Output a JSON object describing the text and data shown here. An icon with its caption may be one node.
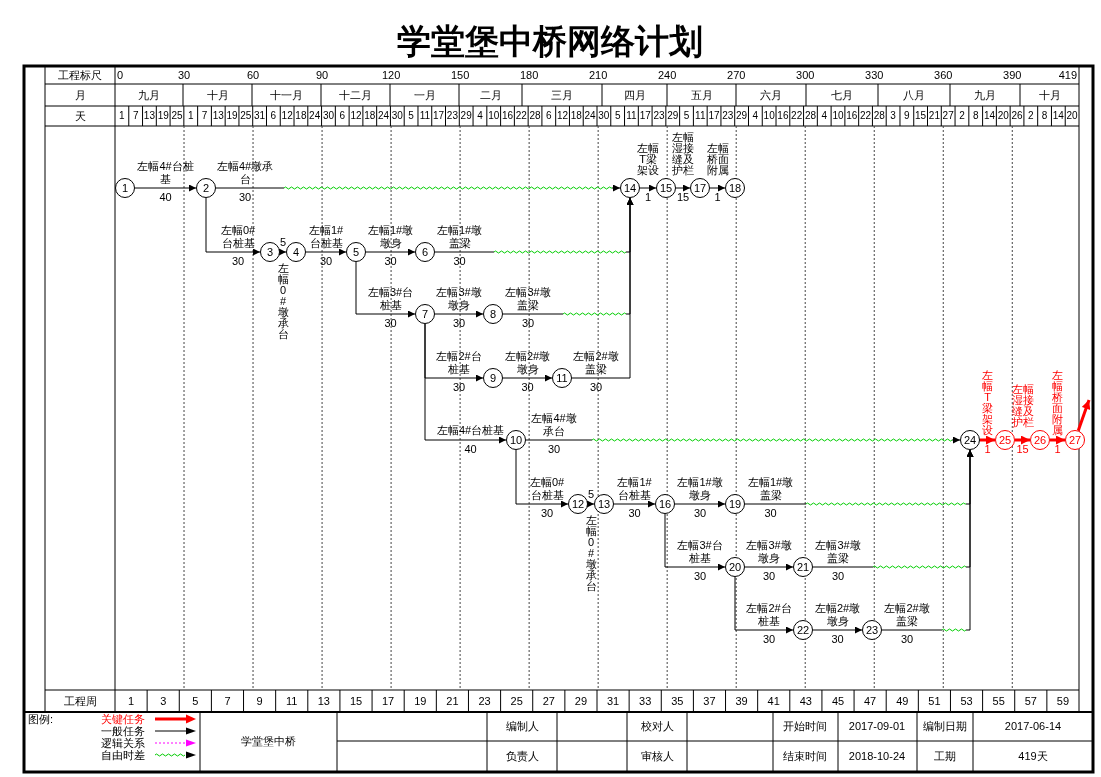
{
  "diagram": {
    "title": "学堂堡中桥网络计划",
    "nodes": [
      {
        "text": [
          "1"
        ]
      },
      {
        "text": [
          "2"
        ]
      },
      {
        "text": [
          "3"
        ]
      },
      {
        "text": [
          "4"
        ]
      },
      {
        "text": [
          "5"
        ]
      },
      {
        "text": [
          "6"
        ]
      },
      {
        "text": [
          "7"
        ]
      },
      {
        "text": [
          "8"
        ]
      },
      {
        "text": [
          "9"
        ]
      },
      {
        "text": [
          "10"
        ]
      },
      {
        "text": [
          "11"
        ]
      },
      {
        "text": [
          "12"
        ]
      },
      {
        "text": [
          "13"
        ]
      },
      {
        "text": [
          "14"
        ]
      },
      {
        "text": [
          "15"
        ]
      },
      {
        "text": [
          "16"
        ]
      },
      {
        "text": [
          "17"
        ]
      },
      {
        "text": [
          "18"
        ]
      },
      {
        "text": [
          "19"
        ]
      },
      {
        "text": [
          "20"
        ]
      },
      {
        "text": [
          "21"
        ]
      },
      {
        "text": [
          "22"
        ]
      },
      {
        "text": [
          "23"
        ]
      },
      {
        "text": [
          "24"
        ]
      },
      {
        "text": [
          "25"
        ]
      },
      {
        "text": [
          "26"
        ]
      },
      {
        "text": [
          "27"
        ]
      }
    ],
    "edges": [
      {
        "from": 0,
        "to": 1,
        "arrow": "to",
        "label": "左幅4#台桩基"
      },
      {
        "from": 1,
        "to": 13,
        "arrow": "to",
        "label": "左幅4#墩承台"
      },
      {
        "from": 1,
        "to": 2,
        "arrow": "to",
        "label": "左幅0#台桩基"
      },
      {
        "from": 2,
        "to": 3,
        "arrow": "to",
        "label": "左幅0#墩承台"
      },
      {
        "from": 3,
        "to": 4,
        "arrow": "to",
        "label": "左幅1#台桩基"
      },
      {
        "from": 4,
        "to": 5,
        "arrow": "to",
        "label": "左幅1#墩墩身"
      },
      {
        "from": 5,
        "to": 13,
        "arrow": "to",
        "label": "左幅1#墩盖梁"
      },
      {
        "from": 4,
        "to": 6,
        "arrow": "to",
        "label": "左幅3#台桩基"
      },
      {
        "from": 6,
        "to": 7,
        "arrow": "to",
        "label": "左幅3#墩墩身"
      },
      {
        "from": 7,
        "to": 13,
        "arrow": "to",
        "label": "左幅3#墩盖梁"
      },
      {
        "from": 6,
        "to": 8,
        "arrow": "to",
        "label": "左幅2#台桩基"
      },
      {
        "from": 8,
        "to": 10,
        "arrow": "to",
        "label": "左幅2#墩墩身"
      },
      {
        "from": 10,
        "to": 13,
        "arrow": "to",
        "label": "左幅2#墩盖梁"
      },
      {
        "from": 6,
        "to": 9,
        "arrow": "to",
        "label": "左幅4#台桩基"
      },
      {
        "from": 9,
        "to": 23,
        "arrow": "to",
        "label": "左幅4#墩承台"
      },
      {
        "from": 9,
        "to": 11,
        "arrow": "to",
        "label": "左幅0#台桩基"
      },
      {
        "from": 11,
        "to": 12,
        "arrow": "to",
        "label": "左幅0#墩承台"
      },
      {
        "from": 12,
        "to": 15,
        "arrow": "to",
        "label": "左幅1#台桩基"
      },
      {
        "from": 15,
        "to": 18,
        "arrow": "to",
        "label": "左幅1#墩墩身"
      },
      {
        "from": 18,
        "to": 23,
        "arrow": "to",
        "label": "左幅1#墩盖梁"
      },
      {
        "from": 15,
        "to": 19,
        "arrow": "to",
        "label": "左幅3#台桩基"
      },
      {
        "from": 19,
        "to": 20,
        "arrow": "to",
        "label": "左幅3#墩墩身"
      },
      {
        "from": 20,
        "to": 23,
        "arrow": "to",
        "label": "左幅3#墩盖梁"
      },
      {
        "from": 19,
        "to": 21,
        "arrow": "to",
        "label": "左幅2#台桩基"
      },
      {
        "from": 21,
        "to": 22,
        "arrow": "to",
        "label": "左幅2#墩墩身"
      },
      {
        "from": 22,
        "to": 23,
        "arrow": "to",
        "label": "左幅2#墩盖梁"
      },
      {
        "from": 13,
        "to": 14,
        "arrow": "to",
        "label": "左幅T梁架设"
      },
      {
        "from": 14,
        "to": 16,
        "arrow": "to",
        "label": "左幅湿接缝及护栏"
      },
      {
        "from": 16,
        "to": 17,
        "arrow": "to",
        "label": "左幅桥面附属"
      },
      {
        "from": 23,
        "to": 24,
        "arrow": "to",
        "label": "左幅T梁架设",
        "style": "thick",
        "color": "#ff0000"
      },
      {
        "from": 24,
        "to": 25,
        "arrow": "to",
        "label": "左幅湿接缝及护栏",
        "style": "thick",
        "color": "#ff0000"
      },
      {
        "from": 25,
        "to": 26,
        "arrow": "to",
        "label": "左幅桥面附属",
        "style": "thick",
        "color": "#ff0000"
      },
      {
        "from": 26,
        "to": null,
        "arrow": "to",
        "style": "thick",
        "color": "#ff0000"
      }
    ],
    "labels": [
      "工程标尺",
      "0",
      "30",
      "60",
      "90",
      "120",
      "150",
      "180",
      "210",
      "240",
      "270",
      "300",
      "330",
      "360",
      "390",
      "419",
      "月",
      "九月",
      "十月",
      "十一月",
      "十二月",
      "一月",
      "二月",
      "三月",
      "四月",
      "五月",
      "六月",
      "七月",
      "八月",
      "九月",
      "十月",
      "天",
      "1",
      "7",
      "13",
      "19",
      "25",
      "1",
      "7",
      "13",
      "19",
      "25",
      "31",
      "6",
      "12",
      "18",
      "24",
      "30",
      "6",
      "12",
      "18",
      "24",
      "30",
      "5",
      "11",
      "17",
      "23",
      "29",
      "4",
      "10",
      "16",
      "22",
      "28",
      "6",
      "12",
      "18",
      "24",
      "30",
      "5",
      "11",
      "17",
      "23",
      "29",
      "5",
      "11",
      "17",
      "23",
      "29",
      "4",
      "10",
      "16",
      "22",
      "28",
      "4",
      "10",
      "16",
      "22",
      "28",
      "3",
      "9",
      "15",
      "21",
      "27",
      "2",
      "8",
      "14",
      "20",
      "26",
      "2",
      "8",
      "14",
      "20",
      "工程周",
      "1",
      "3",
      "5",
      "7",
      "9",
      "11",
      "13",
      "15",
      "17",
      "19",
      "21",
      "23",
      "25",
      "27",
      "29",
      "31",
      "33",
      "35",
      "37",
      "39",
      "41",
      "43",
      "45",
      "47",
      "49",
      "51",
      "53",
      "55",
      "57",
      "59",
      "图例:",
      "学堂堡中桥",
      "编制人",
      "校对人",
      "开始时间",
      "2017-09-01",
      "编制日期",
      "2017-06-14",
      "负责人",
      "审核人",
      "结束时间",
      "2018-10-24",
      "工期",
      "419天",
      "40",
      "30",
      "30",
      "5",
      "30",
      "30",
      "30",
      "30",
      "30",
      "30",
      "30",
      "30",
      "30",
      "40",
      "30",
      "30",
      "5",
      "30",
      "30",
      "30",
      "30",
      "30",
      "30",
      "30",
      "30",
      "30",
      "1",
      "15",
      "1",
      "1",
      "15",
      "1"
    ],
    "legend": [
      {
        "text": "关键任务"
      },
      {
        "text": "一般任务"
      },
      {
        "text": "逻辑关系"
      },
      {
        "text": "自由时差"
      }
    ]
  }
}
